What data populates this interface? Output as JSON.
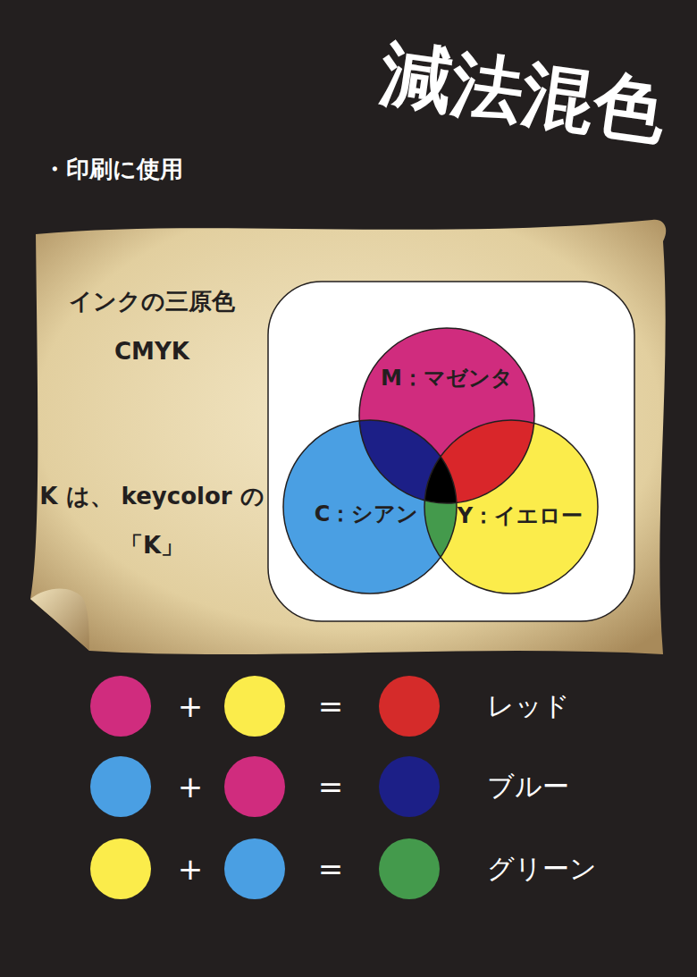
{
  "diagram": {
    "title": "減法混色",
    "nodes": [
      {
        "text": [
          "インクの三原色 CMYK",
          "K は、 keycolor の「K」"
        ]
      },
      {
        "text": [
          "M：マゼンタ"
        ],
        "in": 0
      },
      {
        "text": [
          "C：シアン"
        ],
        "in": 0
      },
      {
        "text": [
          "Y：イエロー"
        ],
        "in": 0
      }
    ],
    "labels": [
      "・印刷に使用",
      "+",
      "=",
      "レッド",
      "+",
      "=",
      "ブルー",
      "+",
      "=",
      "グリーン"
    ]
  }
}
